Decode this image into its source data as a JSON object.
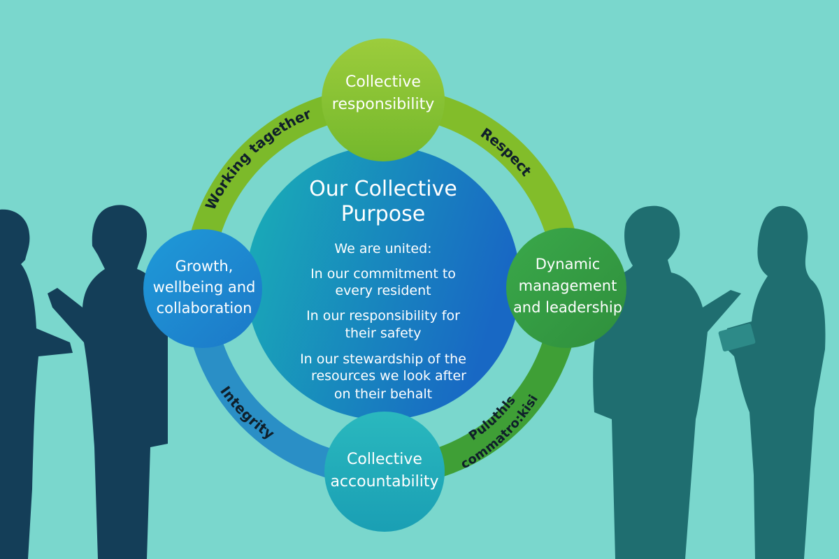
{
  "colors": {
    "background": "#7ad7cd",
    "ring_green_light": "#7cba2a",
    "ring_green_dark": "#3f9f36",
    "ring_blue": "#2a8fc6",
    "silhouette_navy": "#143e58",
    "silhouette_teal": "#1f6e70"
  },
  "center": {
    "title_line1": "Our Collective",
    "title_line2": "Purpose",
    "intro": "We are united:",
    "lines": [
      "In our commitment to",
      "every resident",
      "In our responsibility for",
      "their safety",
      "In our stewardship of the",
      "resources we look after",
      "on their behalt"
    ]
  },
  "nodes": {
    "top": [
      "Collective",
      "responsibility"
    ],
    "left": [
      "Growth,",
      "wellbeing and",
      "collaboration"
    ],
    "right": [
      "Dynamic",
      "management",
      "and leadership"
    ],
    "bottom": [
      "Collective",
      "accountability"
    ]
  },
  "arcs": {
    "top_left": "Working tagether",
    "top_right": "Respect",
    "bottom_left": "Integrity",
    "bottom_right_line1": "Puluthls",
    "bottom_right_line2": "commatro:kisi"
  }
}
